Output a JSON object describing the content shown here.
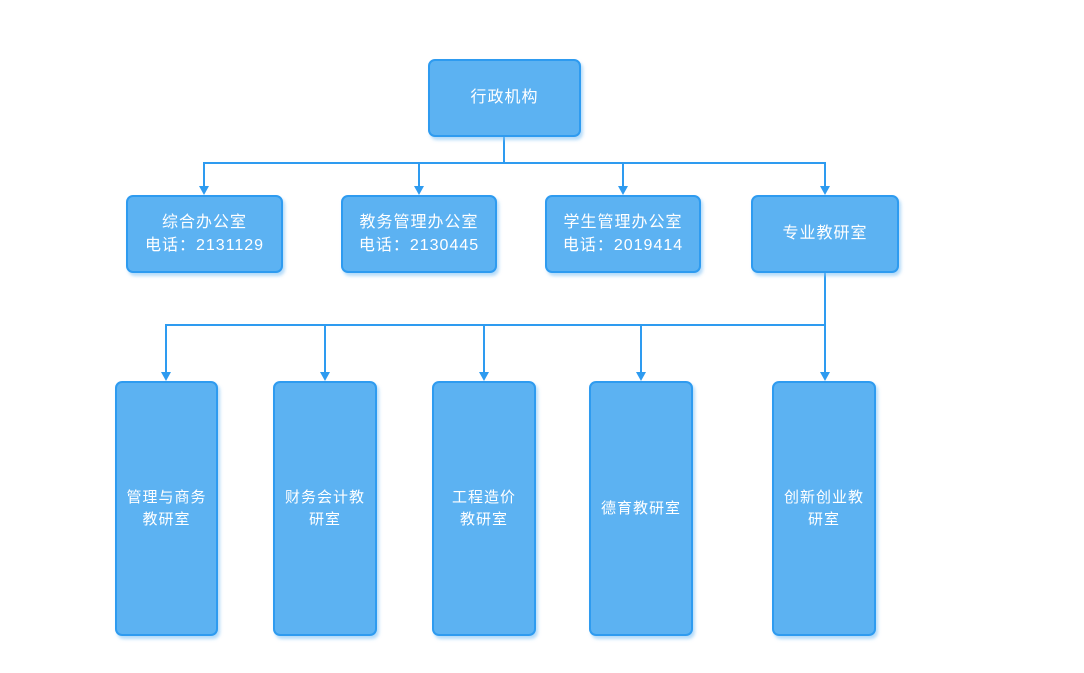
{
  "colors": {
    "box_fill": "#5cb2f2",
    "box_border": "#2e9bf0",
    "connector": "#2e9bf0",
    "text": "#ffffff"
  },
  "org_chart": {
    "root": {
      "label": "行政机构"
    },
    "level2": [
      {
        "label": "综合办公室\n电话：2131129"
      },
      {
        "label": "教务管理办公室\n电话：2130445"
      },
      {
        "label": "学生管理办公室\n电话：2019414"
      },
      {
        "label": "专业教研室"
      }
    ],
    "level3": [
      {
        "label": "管理与商务\n教研室"
      },
      {
        "label": "财务会计教\n研室"
      },
      {
        "label": "工程造价\n教研室"
      },
      {
        "label": "德育教研室"
      },
      {
        "label": "创新创业教\n研室"
      }
    ]
  }
}
